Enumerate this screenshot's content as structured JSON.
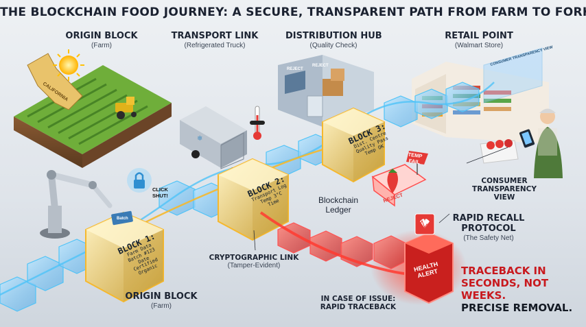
{
  "title": "THE BLOCKCHAIN FOOD JOURNEY: A SECURE, TRANSPARENT PATH FROM FARM TO FORK",
  "stages": {
    "origin_top": {
      "heading": "ORIGIN BLOCK",
      "sub": "(Farm)"
    },
    "transport": {
      "heading": "TRANSPORT LINK",
      "sub": "(Refrigerated Truck)"
    },
    "distribution": {
      "heading": "DISTRIBUTION HUB",
      "sub": "(Quality Check)"
    },
    "retail": {
      "heading": "RETAIL POINT",
      "sub": "(Walmart Store)"
    }
  },
  "blocks": {
    "block1": {
      "title": "BLOCK 1:",
      "line1": "Farm Data",
      "line2": "Batch #123",
      "line3": "Date",
      "line4": "Certified Organic"
    },
    "block2": {
      "title": "BLOCK 2:",
      "line1": "Transport Log",
      "line2": "Temp 3°C",
      "line3": "Time"
    },
    "block3": {
      "title": "BLOCK 3:",
      "line1": "Dist. Centre",
      "line2": "Quality Pass",
      "line3": "Temp OK"
    }
  },
  "labels": {
    "click_shut_1": "CLICK",
    "click_shut_2": "SHUT!",
    "chip_label": "Batch",
    "ledger_1": "Blockchain",
    "ledger_2": "Ledger",
    "crypto_heading": "CRYPTOGRAPHIC LINK",
    "crypto_sub": "(Tamper-Evident)",
    "origin_bottom_heading": "ORIGIN BLOCK",
    "origin_bottom_sub": "(Farm)",
    "case_1": "IN CASE OF ISSUE:",
    "case_2": "RAPID TRACEBACK",
    "consumer_1": "CONSUMER",
    "consumer_2": "TRANSPARENCY",
    "consumer_3": "VIEW",
    "recall_1": "RAPID RECALL",
    "recall_2": "PROTOCOL",
    "recall_sub": "(The Safety Net)",
    "california": "CALIFORNIA",
    "temp_fail_1": "TEMP",
    "temp_fail_2": "FAIL",
    "reject": "REJECT",
    "health_1": "HEALTH",
    "health_2": "ALERT",
    "consumer_screen": "CONSUMER TRANSPARENCY VIEW",
    "hub_sign_1": "REJECT",
    "hub_sign_2": "REJECT"
  },
  "traceback": {
    "line1": "TRACEBACK IN",
    "line2": "SECONDS, NOT WEEKS.",
    "line3": "PRECISE REMOVAL."
  },
  "colors": {
    "glow_blue": "#4fc3f7",
    "glow_gold": "#f5b82e",
    "alert_red": "#e0262b",
    "field_green": "#5c9a2e"
  },
  "icons": [
    "sun-icon",
    "lock-icon",
    "thermometer-icon",
    "tractor-icon",
    "truck-icon",
    "robot-arm-icon",
    "strawberry-icon",
    "heart-pulse-icon",
    "tablet-icon"
  ]
}
